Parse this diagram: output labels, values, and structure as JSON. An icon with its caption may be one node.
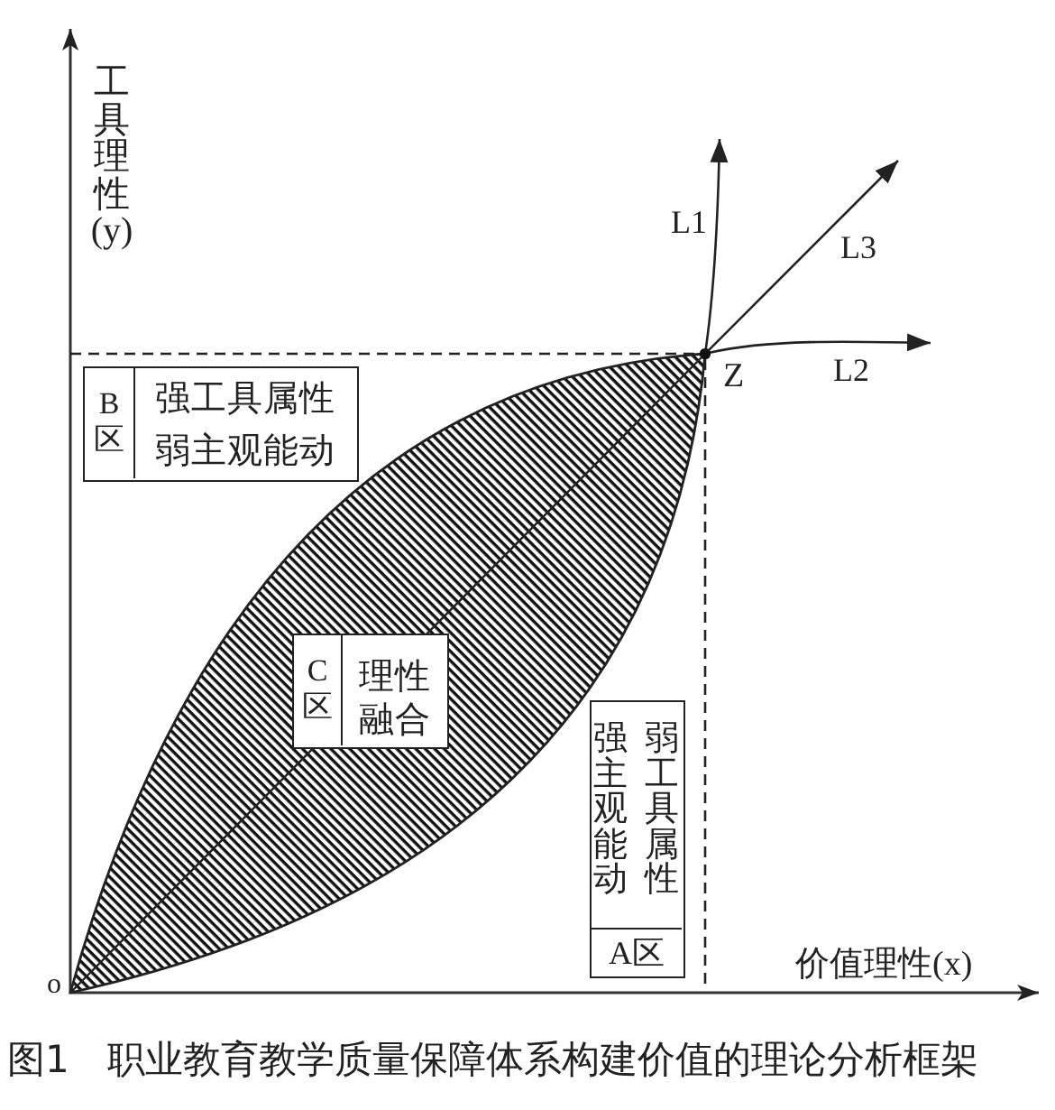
{
  "diagram": {
    "caption": "图1　职业教育教学质量保障体系构建价值的理论分析框架",
    "nodes": [
      {
        "text": [
          "B区",
          "强工具属性",
          "弱主观能动"
        ]
      },
      {
        "text": [],
        "shape": "lens"
      },
      {
        "text": [
          "C区",
          "理性融合"
        ],
        "in": 1
      },
      {
        "text": [
          "强主观能动",
          "弱工具属性",
          "A区"
        ]
      },
      {
        "text": [],
        "shape": "dot",
        "beside": [
          "Z"
        ]
      }
    ],
    "edges": [
      {
        "from": 4,
        "to": null,
        "arrow": "to",
        "label": "L1"
      },
      {
        "from": 4,
        "to": null,
        "arrow": "to",
        "label": "L3"
      },
      {
        "from": 4,
        "to": null,
        "arrow": "to",
        "label": "L2"
      }
    ],
    "labels": [
      "工具理性(y)",
      "价值理性(x)",
      "o"
    ]
  }
}
